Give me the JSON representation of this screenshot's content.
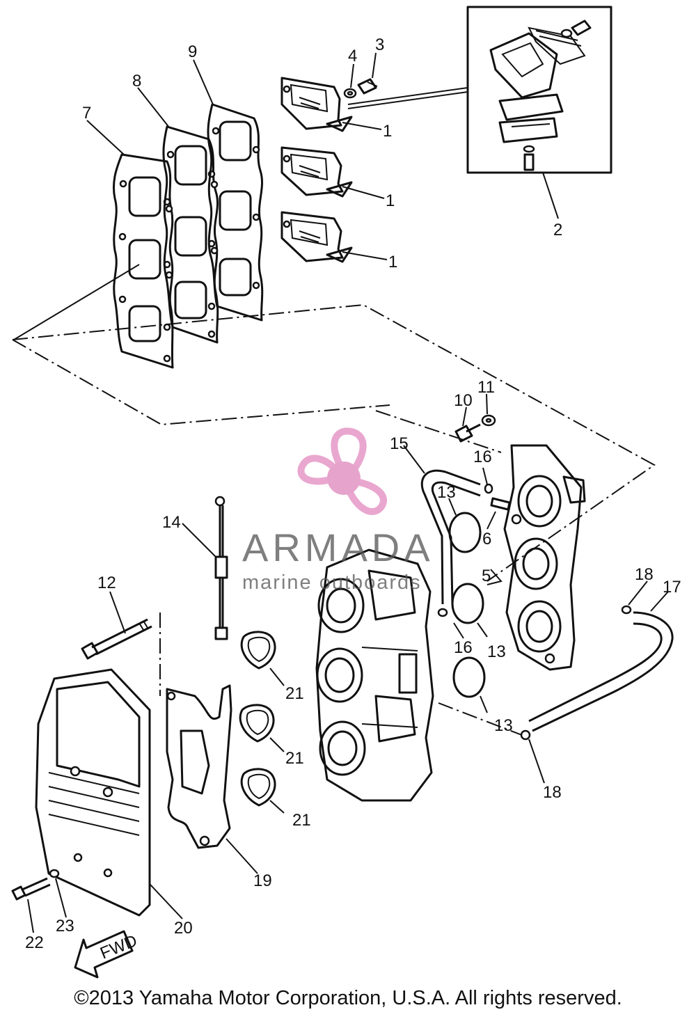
{
  "callouts": {
    "n1a": "1",
    "n1b": "1",
    "n1c": "1",
    "n2": "2",
    "n3": "3",
    "n4": "4",
    "n5": "5",
    "n6": "6",
    "n7": "7",
    "n8": "8",
    "n9": "9",
    "n10": "10",
    "n11": "11",
    "n12": "12",
    "n13a": "13",
    "n13b": "13",
    "n13c": "13",
    "n14": "14",
    "n15": "15",
    "n16a": "16",
    "n16b": "16",
    "n17": "17",
    "n18a": "18",
    "n18b": "18",
    "n19": "19",
    "n20": "20",
    "n21a": "21",
    "n21b": "21",
    "n21c": "21",
    "n22": "22",
    "n23": "23"
  },
  "fwd_label": "FWD",
  "watermark": {
    "brand": "ARMADA",
    "tagline": "marine outboards",
    "colors": {
      "propeller": "#e9a7cf",
      "hub": "#e6a3cb",
      "text": "#555555"
    }
  },
  "copyright": "©2013 Yamaha Motor Corporation, U.S.A. All rights reserved."
}
